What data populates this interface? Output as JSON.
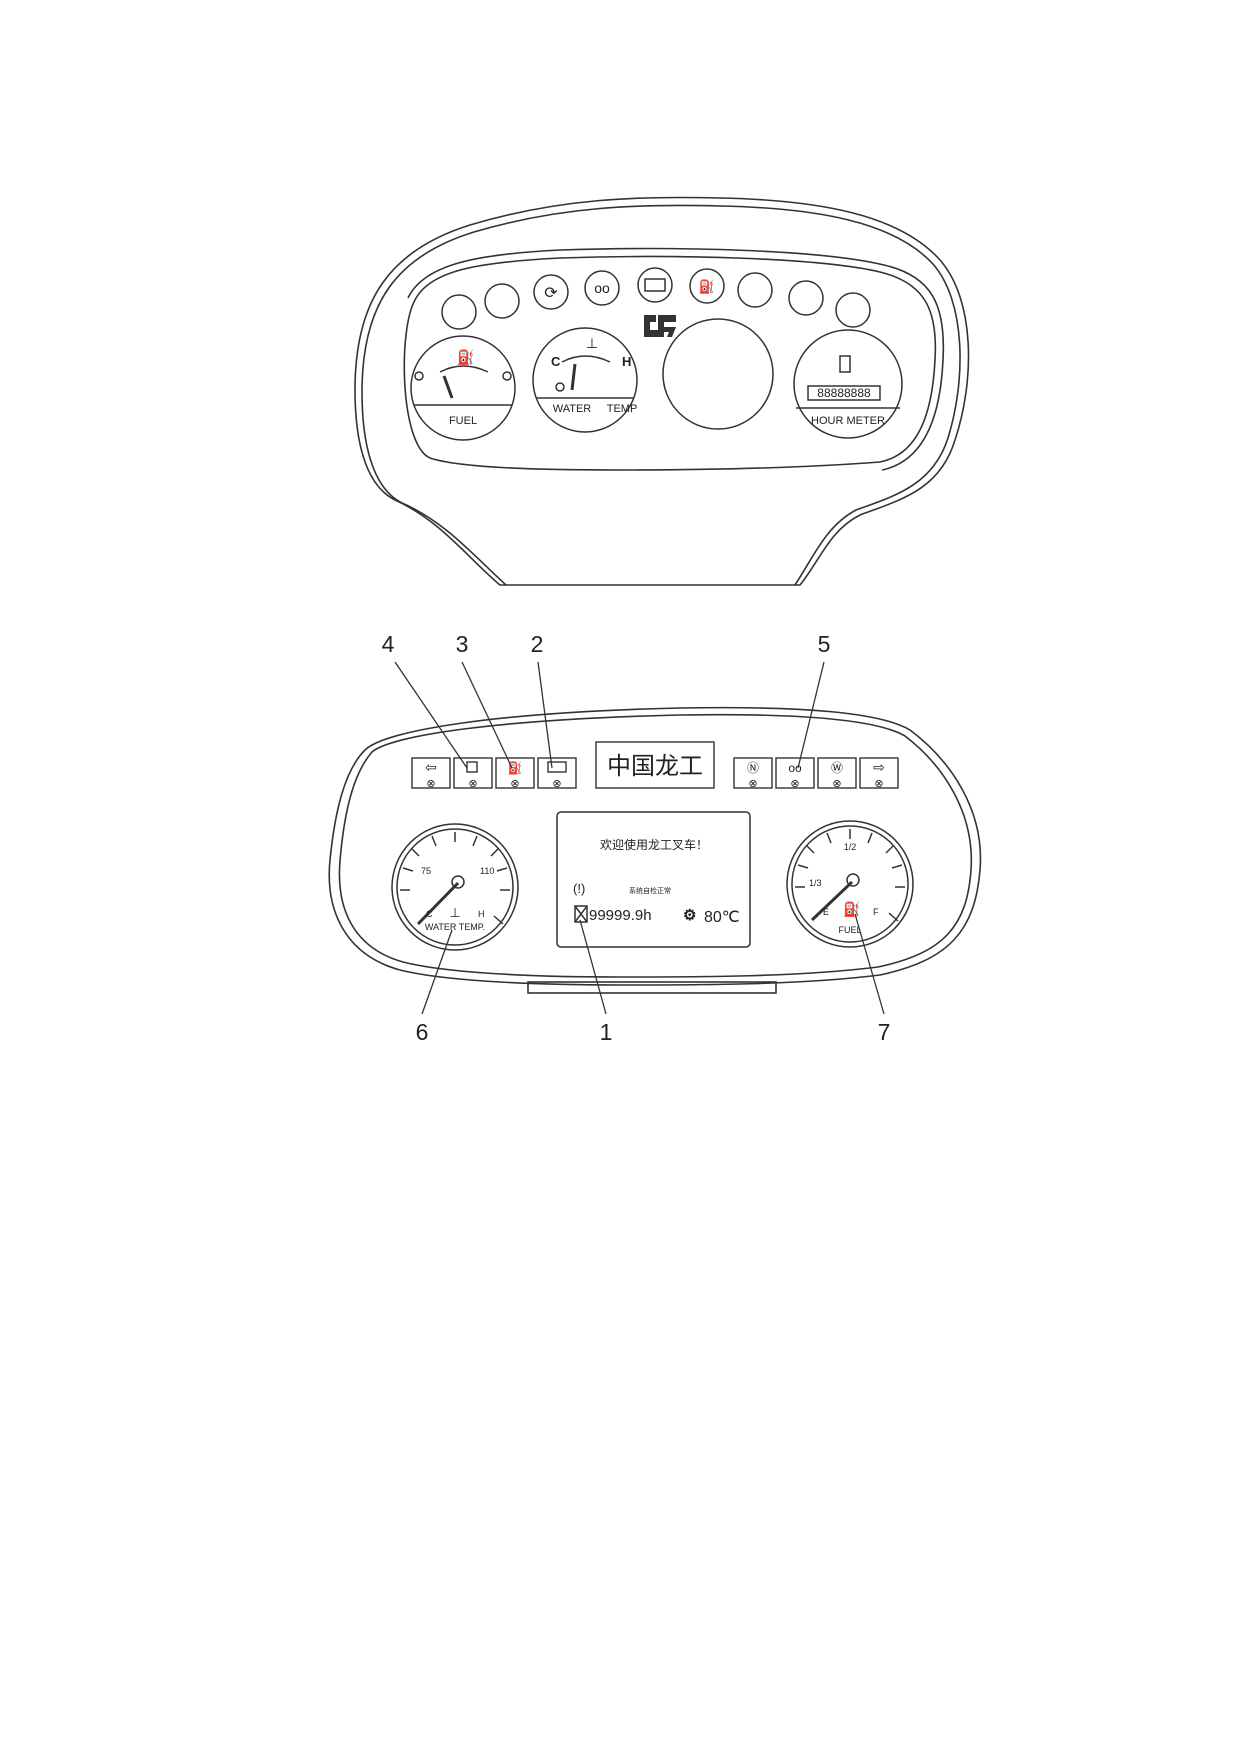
{
  "top_panel": {
    "fuel_label": "FUEL",
    "water_label": "WATER",
    "temp_label": "TEMP",
    "cold_mark": "C",
    "hot_mark": "H",
    "hour_meter_label": "HOUR METER",
    "hour_meter_digits": "88888888"
  },
  "bottom_panel": {
    "brand": "中国龙工",
    "screen": {
      "welcome": "欢迎使用龙工叉车！",
      "sub_text": "系统自检正常",
      "hours": "99999.9h",
      "temp": "80℃"
    },
    "water_gauge": {
      "tick_75": "75",
      "tick_110": "110",
      "cold": "C",
      "hot": "H",
      "label": "WATER TEMP."
    },
    "fuel_gauge": {
      "half": "1/2",
      "quarter": "1/3",
      "empty": "E",
      "full": "F",
      "label": "FUEL"
    }
  },
  "callouts": [
    "1",
    "2",
    "3",
    "4",
    "5",
    "6",
    "7"
  ]
}
